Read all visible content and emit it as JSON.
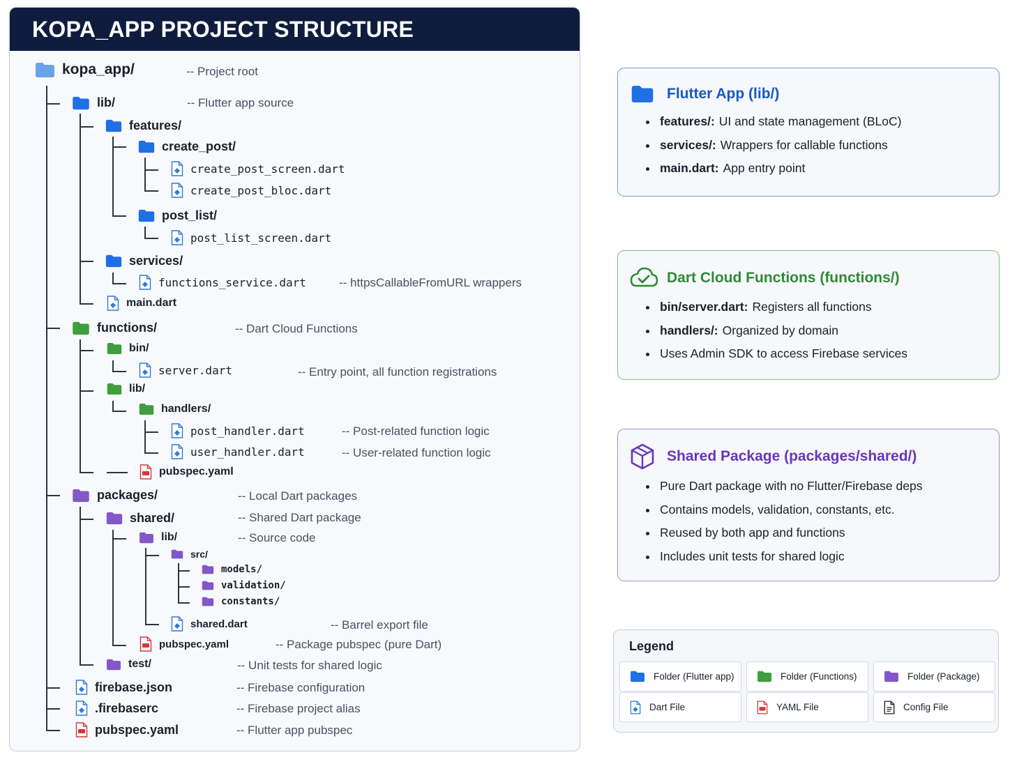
{
  "title": "KOPA_APP PROJECT STRUCTURE",
  "colors": {
    "header_bg": "#0f1c3d",
    "flutter_folder": "#1f6fe5",
    "root_folder": "#6aa3e8",
    "functions_folder": "#3f9e3f",
    "package_folder": "#8457c9",
    "dart_file": "#2f7ad9",
    "yaml_file": "#d6363a",
    "flutter_card_border": "#6f9fe0",
    "functions_card_border": "#7cc47c",
    "package_card_border": "#a98ad6",
    "flutter_card_title": "#1759c2",
    "functions_card_title": "#2f8a34",
    "package_card_title": "#6a35b8"
  },
  "tree": {
    "root": {
      "name": "kopa_app/",
      "comment": "-- Project root",
      "icon": "folder-root-icon"
    },
    "lib": {
      "name": "lib/",
      "comment": "-- Flutter app source"
    },
    "features": {
      "name": "features/"
    },
    "create_post": {
      "name": "create_post/"
    },
    "create_post_screen": {
      "name": "create_post_screen.dart"
    },
    "create_post_bloc": {
      "name": "create_post_bloc.dart"
    },
    "post_list": {
      "name": "post_list/"
    },
    "post_list_screen": {
      "name": "post_list_screen.dart"
    },
    "services": {
      "name": "services/"
    },
    "functions_service": {
      "name": "functions_service.dart",
      "comment": "-- httpsCallableFromURL wrappers"
    },
    "main_dart": {
      "name": "main.dart"
    },
    "functions": {
      "name": "functions/",
      "comment": "-- Dart Cloud Functions"
    },
    "bin": {
      "name": "bin/"
    },
    "server_dart": {
      "name": "server.dart",
      "comment": "-- Entry point, all function registrations"
    },
    "fn_lib": {
      "name": "lib/"
    },
    "handlers": {
      "name": "handlers/"
    },
    "post_handler": {
      "name": "post_handler.dart",
      "comment": "-- Post-related function logic"
    },
    "user_handler": {
      "name": "user_handler.dart",
      "comment": "-- User-related function logic"
    },
    "fn_pubspec": {
      "name": "pubspec.yaml"
    },
    "packages": {
      "name": "packages/",
      "comment": "-- Local Dart packages"
    },
    "shared": {
      "name": "shared/",
      "comment": "-- Shared Dart package"
    },
    "shared_lib": {
      "name": "lib/",
      "comment": "-- Source code"
    },
    "src": {
      "name": "src/"
    },
    "models": {
      "name": "models/"
    },
    "validation": {
      "name": "validation/"
    },
    "constants": {
      "name": "constants/"
    },
    "shared_dart": {
      "name": "shared.dart",
      "comment": "-- Barrel export file"
    },
    "shared_pubspec": {
      "name": "pubspec.yaml",
      "comment": "-- Package pubspec (pure Dart)"
    },
    "test": {
      "name": "test/",
      "comment": "-- Unit tests for shared logic"
    },
    "firebase_json": {
      "name": "firebase.json",
      "comment": "-- Firebase configuration"
    },
    "firebaserc": {
      "name": ".firebaserc",
      "comment": "-- Firebase project alias"
    },
    "root_pubspec": {
      "name": "pubspec.yaml",
      "comment": "-- Flutter app pubspec"
    }
  },
  "cards": {
    "flutter": {
      "title": "Flutter App (lib/)",
      "icon": "folder-icon",
      "items": [
        {
          "key": "features/:",
          "text": "UI and state management (BLoC)"
        },
        {
          "key": "services/:",
          "text": "Wrappers for callable functions"
        },
        {
          "key": "main.dart:",
          "text": "App entry point"
        }
      ]
    },
    "functions": {
      "title": "Dart Cloud Functions (functions/)",
      "icon": "cloud-check-icon",
      "items": [
        {
          "key": "bin/server.dart:",
          "text": "Registers all functions"
        },
        {
          "key": "handlers/:",
          "text": "Organized by domain"
        },
        {
          "key": "",
          "text": "Uses Admin SDK to access Firebase services"
        }
      ]
    },
    "shared": {
      "title": "Shared Package (packages/shared/)",
      "icon": "package-box-icon",
      "items": [
        {
          "key": "",
          "text": "Pure Dart package with no Flutter/Firebase deps"
        },
        {
          "key": "",
          "text": "Contains models, validation, constants, etc."
        },
        {
          "key": "",
          "text": "Reused by both app and functions"
        },
        {
          "key": "",
          "text": "Includes unit tests for shared logic"
        }
      ]
    }
  },
  "legend": {
    "title": "Legend",
    "items": [
      {
        "label": "Folder (Flutter app)",
        "icon": "folder-icon"
      },
      {
        "label": "Folder (Functions)",
        "icon": "folder-icon"
      },
      {
        "label": "Folder (Package)",
        "icon": "folder-icon"
      },
      {
        "label": "Dart File",
        "icon": "dart-file-icon"
      },
      {
        "label": "YAML File",
        "icon": "yaml-file-icon"
      },
      {
        "label": "Config File",
        "icon": "config-file-icon"
      }
    ]
  }
}
